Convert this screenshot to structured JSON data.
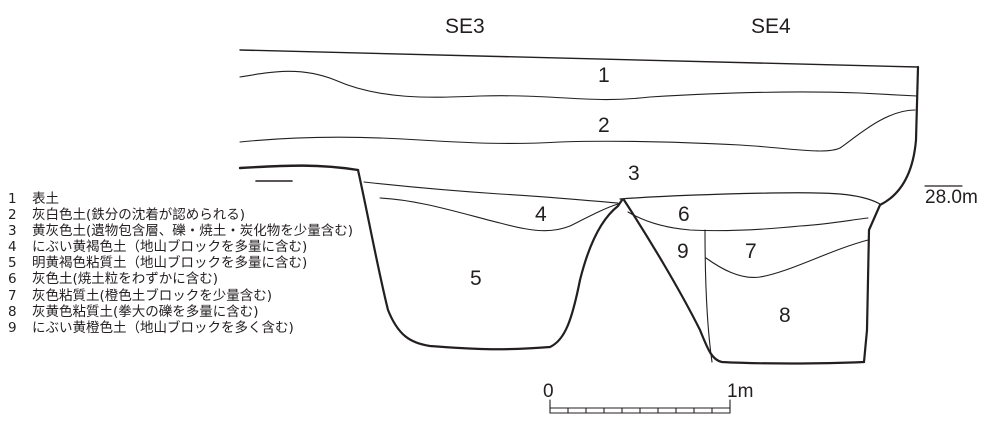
{
  "section_titles": [
    "SE3",
    "SE4"
  ],
  "layer_labels": [
    "1",
    "2",
    "3",
    "4",
    "5",
    "6",
    "7",
    "8",
    "9"
  ],
  "elevation": "28.0m",
  "scale_bar": {
    "start": "0",
    "end": "1m"
  },
  "legend": [
    {
      "num": "1",
      "text": "表土"
    },
    {
      "num": "2",
      "text": "灰白色土(鉄分の沈着が認められる)"
    },
    {
      "num": "3",
      "text": "黄灰色土(遺物包含層、礫・焼土・炭化物を少量含む)"
    },
    {
      "num": "4",
      "text": "にぶい黄褐色土（地山ブロックを多量に含む)"
    },
    {
      "num": "5",
      "text": "明黄褐色粘質土（地山ブロックを多量に含む)"
    },
    {
      "num": "6",
      "text": "灰色土(焼土粒をわずかに含む)"
    },
    {
      "num": "7",
      "text": "灰色粘質土(橙色土ブロックを少量含む)"
    },
    {
      "num": "8",
      "text": "灰黄色粘質土(拳大の礫を多量に含む)"
    },
    {
      "num": "9",
      "text": "にぶい黄橙色土（地山ブロックを多く含む)"
    }
  ]
}
